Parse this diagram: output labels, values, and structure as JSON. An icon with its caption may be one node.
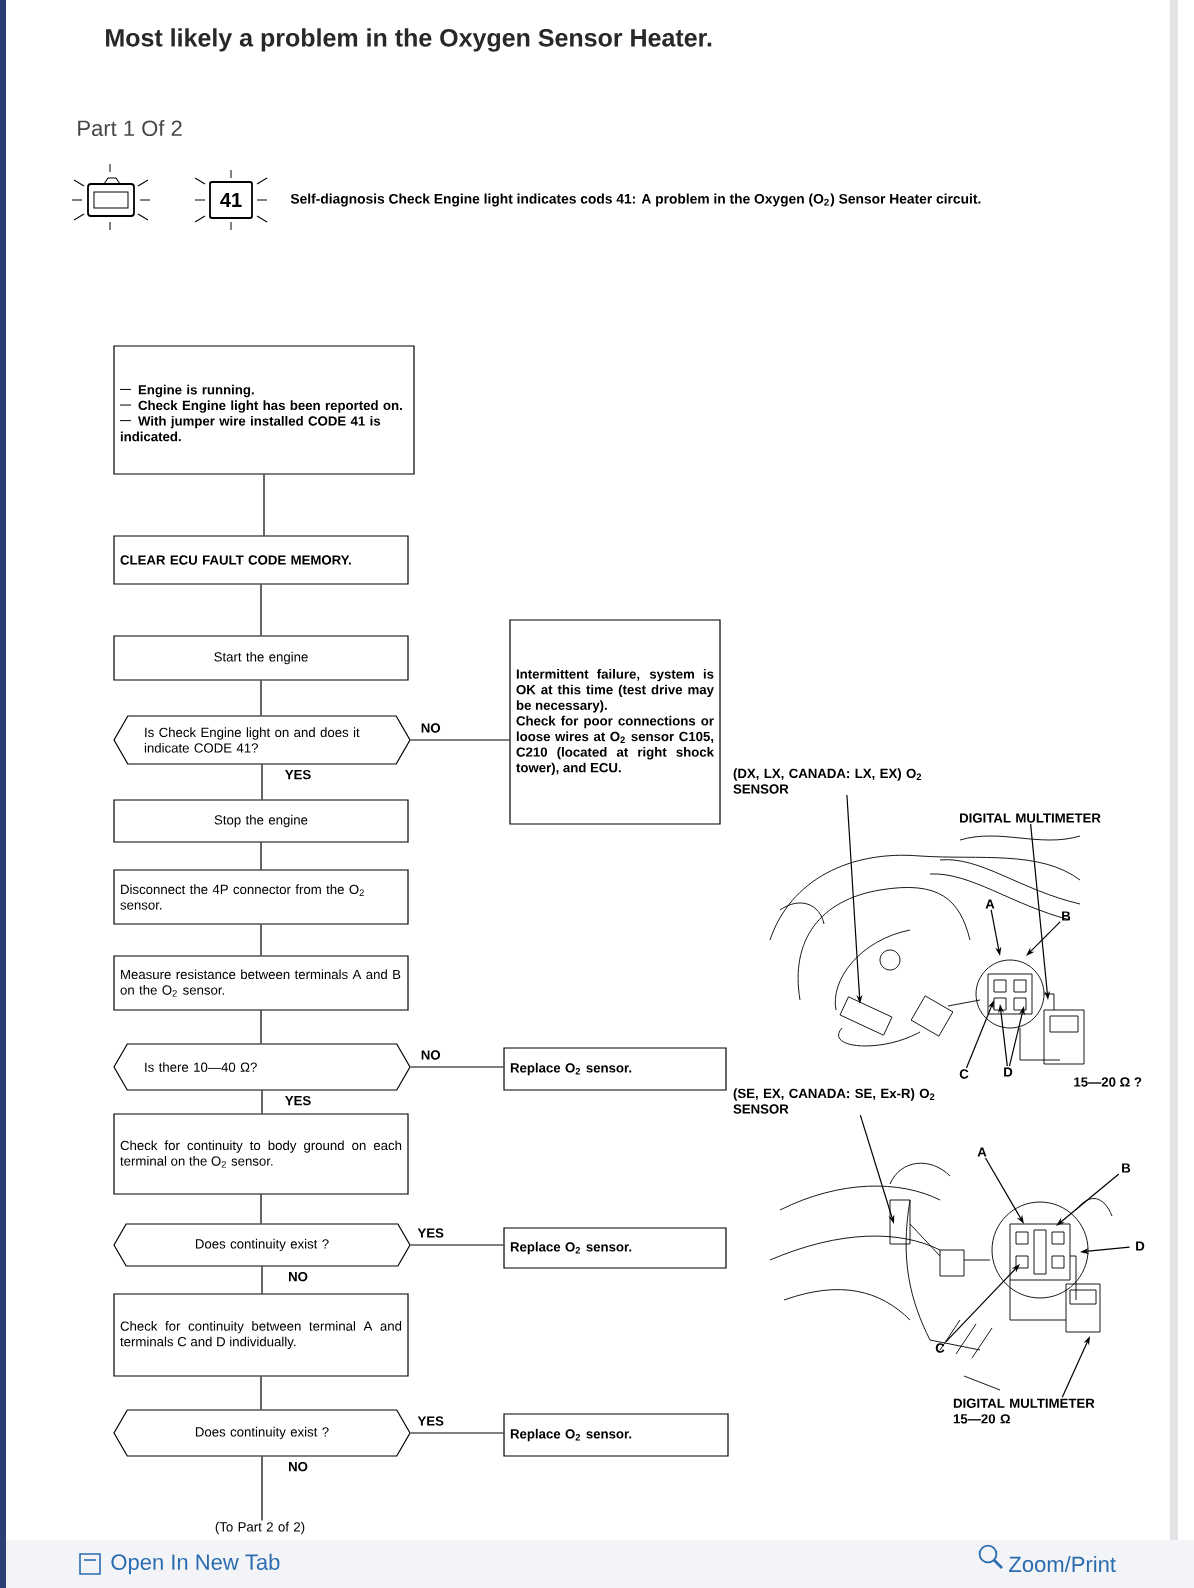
{
  "diagram": {
    "title": "Most likely a problem in the Oxygen Sensor Heater.",
    "nodes": [
      {
        "text": [
          "Engine is running.",
          "Check Engine light has been reported on.",
          "With jumper wire installed CODE 41 is indicated."
        ]
      },
      {
        "text": [
          "CLEAR ECU FAULT CODE MEMORY."
        ]
      },
      {
        "text": [
          "Start the engine"
        ]
      },
      {
        "text": [
          "Is Check Engine light on and does it indicate CODE 41?"
        ]
      },
      {
        "text": [
          "Intermittent failure, system is OK at this time (test drive may be necessary).",
          "Check for poor connections or loose wires at O$_{2}$ sensor C105, C210 (located at right shock tower), and ECU."
        ]
      },
      {
        "text": [
          "Stop the engine"
        ]
      },
      {
        "text": [
          "Disconnect the 4P connector from the O$_{2}$ sensor."
        ]
      },
      {
        "text": [
          "Measure resistance between terminals A and B on the O$_{2}$ sensor."
        ]
      },
      {
        "text": [
          "Is there 10—40 Ω?"
        ]
      },
      {
        "text": [
          "Replace O$_{2}$ sensor."
        ]
      },
      {
        "text": [
          "Check for continuity to body ground on each terminal on the O$_{2}$ sensor."
        ]
      },
      {
        "text": [
          "Does continuity exist ?"
        ]
      },
      {
        "text": [
          "Replace O$_{2}$ sensor."
        ]
      },
      {
        "text": [
          "Check for continuity between terminal A and terminals C and D individually."
        ]
      },
      {
        "text": [
          "Does continuity exist ?"
        ]
      },
      {
        "text": [
          "Replace O$_{2}$ sensor."
        ]
      },
      {
        "text": [
          "(To Part 2 of 2)"
        ]
      },
      {
        "text": [
          "(DX, LX, CANADA: LX, EX) O$_{2}$ SENSOR"
        ]
      },
      {
        "text": [
          "DIGITAL MULTIMETER"
        ]
      },
      {
        "text": [
          "A"
        ]
      },
      {
        "text": [
          "B"
        ]
      },
      {
        "text": [
          "C"
        ]
      },
      {
        "text": [
          "D"
        ]
      },
      {
        "text": [
          "(SE, EX, CANADA: SE, Ex-R) O$_{2}$ SENSOR"
        ]
      },
      {
        "text": [
          "A"
        ]
      },
      {
        "text": [
          "B"
        ]
      },
      {
        "text": [
          "D"
        ]
      },
      {
        "text": [
          "C"
        ]
      },
      {
        "text": [
          "DIGITAL MULTIMETER",
          "15—20 Ω"
        ]
      },
      {
        "text": [
          "41"
        ]
      }
    ],
    "edges": [
      {
        "from": 0,
        "to": 1,
        "arrow": "none"
      },
      {
        "from": 1,
        "to": 2,
        "arrow": "none"
      },
      {
        "from": 2,
        "to": 3,
        "arrow": "none"
      },
      {
        "from": 3,
        "to": 4,
        "arrow": "none",
        "label": "NO"
      },
      {
        "from": 3,
        "to": 5,
        "arrow": "none",
        "label": "YES"
      },
      {
        "from": 5,
        "to": 6,
        "arrow": "none"
      },
      {
        "from": 6,
        "to": 7,
        "arrow": "none"
      },
      {
        "from": 7,
        "to": 8,
        "arrow": "none"
      },
      {
        "from": 8,
        "to": 9,
        "arrow": "none",
        "label": "NO"
      },
      {
        "from": 8,
        "to": 10,
        "arrow": "none",
        "label": "YES"
      },
      {
        "from": 10,
        "to": 11,
        "arrow": "none"
      },
      {
        "from": 11,
        "to": 12,
        "arrow": "none",
        "label": "YES"
      },
      {
        "from": 11,
        "to": 13,
        "arrow": "none",
        "label": "NO"
      },
      {
        "from": 13,
        "to": 14,
        "arrow": "none"
      },
      {
        "from": 14,
        "to": 15,
        "arrow": "none",
        "label": "YES"
      },
      {
        "from": 14,
        "to": 16,
        "arrow": "none",
        "label": "NO"
      },
      {
        "from": 17,
        "to": null,
        "arrow": "to"
      },
      {
        "from": 18,
        "to": null,
        "arrow": "to"
      },
      {
        "from": 19,
        "to": null,
        "arrow": "to"
      },
      {
        "from": 20,
        "to": null,
        "arrow": "to"
      },
      {
        "from": 21,
        "to": null,
        "arrow": "to"
      },
      {
        "from": 22,
        "to": null,
        "arrow": "to"
      },
      {
        "from": 22,
        "to": null,
        "arrow": "to"
      },
      {
        "from": 23,
        "to": null,
        "arrow": "to"
      },
      {
        "from": 24,
        "to": null,
        "arrow": "to"
      },
      {
        "from": 25,
        "to": null,
        "arrow": "to"
      },
      {
        "from": 26,
        "to": null,
        "arrow": "to"
      },
      {
        "from": 27,
        "to": null,
        "arrow": "to"
      },
      {
        "from": 28,
        "to": null,
        "arrow": "to"
      }
    ],
    "labels": [
      "Part 1 Of 2",
      "Self-diagnosis Check Engine light indicates cods 41: A problem in the Oxygen (O$_{2}$) Sensor Heater circuit.",
      "15—20 Ω ?",
      "Open In New Tab",
      "Zoom/Print"
    ]
  }
}
